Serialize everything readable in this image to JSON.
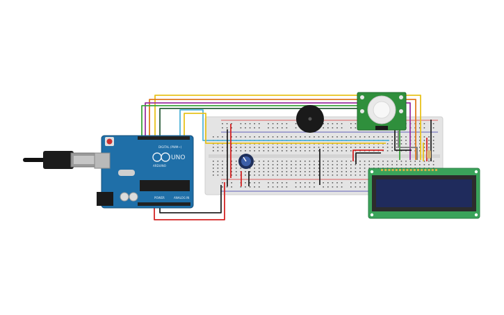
{
  "arduino": {
    "brand": "ARDUINO",
    "model": "UNO",
    "digital_header_label": "DIGITAL (PWM~)",
    "power_label": "POWER",
    "analog_label": "ANALOG IN",
    "board_color": "#1f6fa8",
    "header_color": "#222222"
  },
  "breadboard": {
    "body_color": "#e4e4e4",
    "hole_color": "#5a5a5a"
  },
  "lcd": {
    "pcb_color": "#3aa35a",
    "screen_color": "#1f2b5c"
  },
  "pir_sensor": {
    "pcb_color": "#2f8f3c",
    "dome_color": "#e9e9e9"
  },
  "buzzer": {
    "color": "#1a1a1a"
  },
  "potentiometer": {
    "body_color": "#1e2f5b",
    "knob_color": "#3d5fa8"
  },
  "wire_colors": {
    "yellow": "#e8c21c",
    "red": "#d42323",
    "black": "#222222",
    "green": "#3aa33a",
    "purple": "#9b2fa0",
    "cyan": "#4fb3d9",
    "orange": "#e07a1e",
    "gray": "#7a7a7a",
    "dark_green": "#2c5e3a"
  }
}
